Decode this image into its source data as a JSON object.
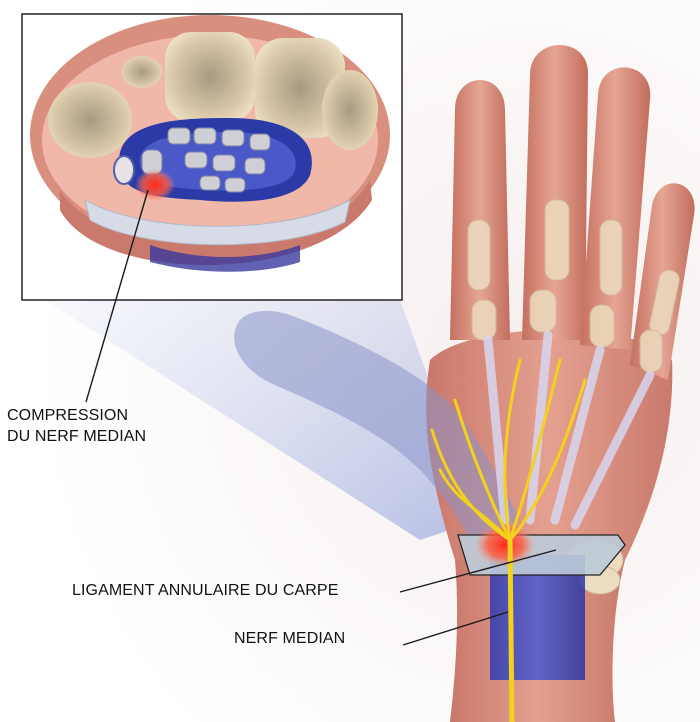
{
  "labels": {
    "compression_line1": "COMPRESSION",
    "compression_line2": "DU NERF MEDIAN",
    "ligament": "LIGAMENT ANNULAIRE DU CARPE",
    "nerve": "NERF MEDIAN"
  },
  "colors": {
    "skin": "#d98f7e",
    "bone": "#ecdcc0",
    "nerve": "#f2d21a",
    "compression": "#ff3a2a",
    "tendon_sheath": "#2c3aa8",
    "ligament": "#b9c8d8",
    "callout_frame": "#222222"
  }
}
